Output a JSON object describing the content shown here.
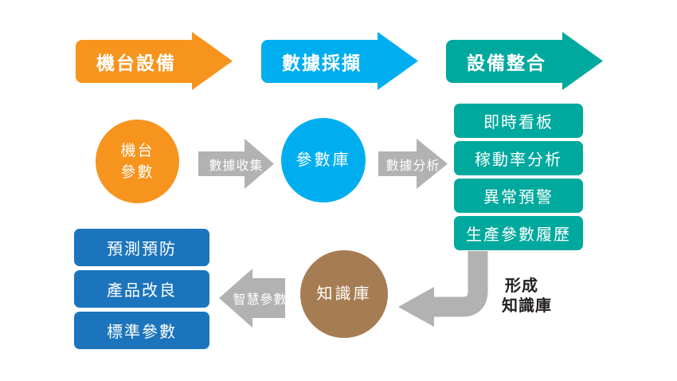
{
  "colors": {
    "orange": "#F7941E",
    "cyan": "#00AEEF",
    "teal": "#00A99D",
    "gray": "#B2B2B2",
    "brown": "#A67C52",
    "blue": "#1C75BC",
    "annotation_text": "#231F20"
  },
  "banners": [
    {
      "label": "機台設備",
      "color": "#F7941E"
    },
    {
      "label": "數據採擷",
      "color": "#00AEEF"
    },
    {
      "label": "設備整合",
      "color": "#00A99D"
    }
  ],
  "nodes": {
    "machine_params": {
      "line1": "機台",
      "line2": "參數",
      "color": "#F7941E"
    },
    "param_db": {
      "label": "參數庫",
      "color": "#00AEEF"
    },
    "knowledge_db": {
      "label": "知識庫",
      "color": "#A67C52"
    }
  },
  "flow_arrows": [
    {
      "label": "數據收集",
      "direction": "right"
    },
    {
      "label": "數據分析",
      "direction": "right"
    },
    {
      "label": "智慧參數",
      "direction": "left"
    }
  ],
  "teal_boxes": [
    {
      "label": "即時看板"
    },
    {
      "label": "稼動率分析"
    },
    {
      "label": "異常預警"
    },
    {
      "label": "生產參數履歷"
    }
  ],
  "blue_boxes": [
    {
      "label": "預測預防"
    },
    {
      "label": "產品改良"
    },
    {
      "label": "標準參數"
    }
  ],
  "annotation": {
    "line1": "形成",
    "line2": "知識庫"
  }
}
